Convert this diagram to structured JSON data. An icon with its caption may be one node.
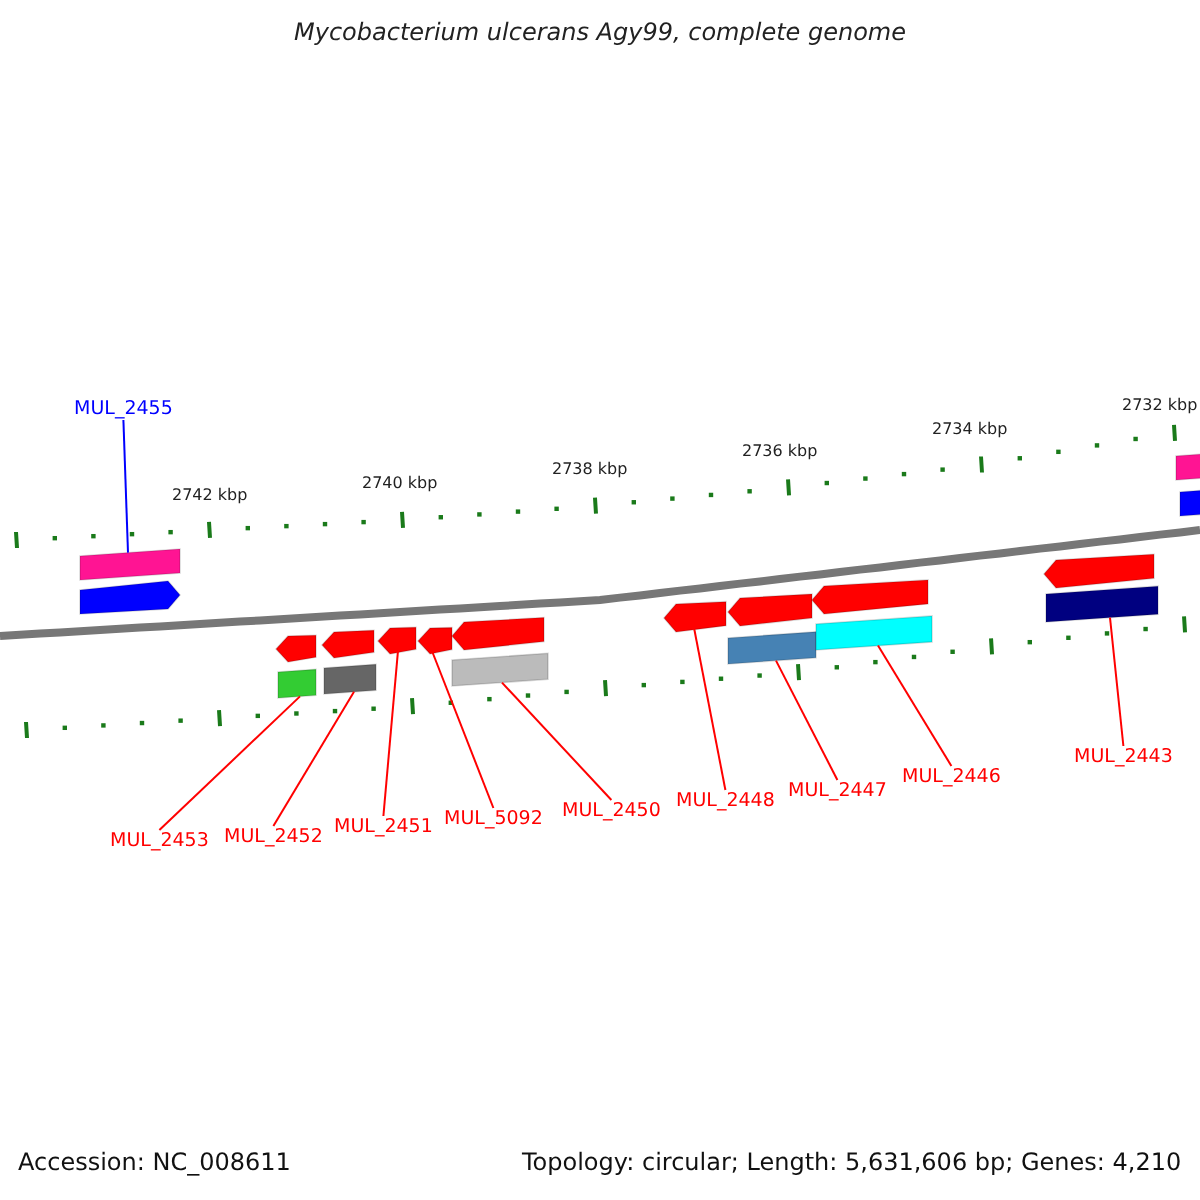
{
  "diagram": {
    "title": "Mycobacterium ulcerans Agy99, complete genome",
    "nodes": [
      {
        "text": [
          "MUL_2455"
        ]
      },
      {
        "text": [
          "MUL_2453"
        ]
      },
      {
        "text": [
          "MUL_2452"
        ]
      },
      {
        "text": [
          "MUL_2451"
        ]
      },
      {
        "text": [
          "MUL_5092"
        ]
      },
      {
        "text": [
          "MUL_2450"
        ]
      },
      {
        "text": [
          "MUL_2448"
        ]
      },
      {
        "text": [
          "MUL_2447"
        ]
      },
      {
        "text": [
          "MUL_2446"
        ]
      },
      {
        "text": [
          "MUL_2443"
        ]
      },
      {
        "text": [],
        "shape": "bar"
      },
      {
        "text": [],
        "shape": "bar"
      },
      {
        "text": [],
        "shape": "bar"
      },
      {
        "text": [],
        "shape": "bar"
      },
      {
        "text": [],
        "shape": "bar"
      },
      {
        "text": [],
        "shape": "bar"
      },
      {
        "text": [],
        "shape": "bar"
      },
      {
        "text": [],
        "shape": "bar"
      },
      {
        "text": [],
        "shape": "bar"
      },
      {
        "text": [],
        "shape": "bar"
      },
      {
        "text": [],
        "shape": "bar"
      },
      {
        "text": [],
        "shape": "bar"
      },
      {
        "text": [],
        "shape": "bar"
      },
      {
        "text": [],
        "shape": "bar"
      },
      {
        "text": [],
        "shape": "bar"
      },
      {
        "text": [],
        "shape": "bar"
      },
      {
        "text": [],
        "shape": "bar"
      },
      {
        "text": [],
        "shape": "bar"
      },
      {
        "text": [],
        "shape": "bar"
      }
    ],
    "edges": [
      {
        "from": 0,
        "to": 10,
        "arrow": "none",
        "color": "#0000ff"
      },
      {
        "from": 1,
        "to": 13,
        "arrow": "none"
      },
      {
        "from": 2,
        "to": 15,
        "arrow": "none"
      },
      {
        "from": 3,
        "to": 16,
        "arrow": "none"
      },
      {
        "from": 4,
        "to": 17,
        "arrow": "none"
      },
      {
        "from": 5,
        "to": 19,
        "arrow": "none"
      },
      {
        "from": 6,
        "to": 20,
        "arrow": "none"
      },
      {
        "from": 7,
        "to": 22,
        "arrow": "none"
      },
      {
        "from": 8,
        "to": 24,
        "arrow": "none"
      },
      {
        "from": 9,
        "to": 26,
        "arrow": "none"
      }
    ],
    "labels": [
      "2742 kbp",
      "2740 kbp",
      "2738 kbp",
      "2736 kbp",
      "2734 kbp",
      "2732 kbp",
      "Accession: NC_008611",
      "Topology: circular; Length: 5,631,606 bp; Genes: 4,210"
    ]
  }
}
